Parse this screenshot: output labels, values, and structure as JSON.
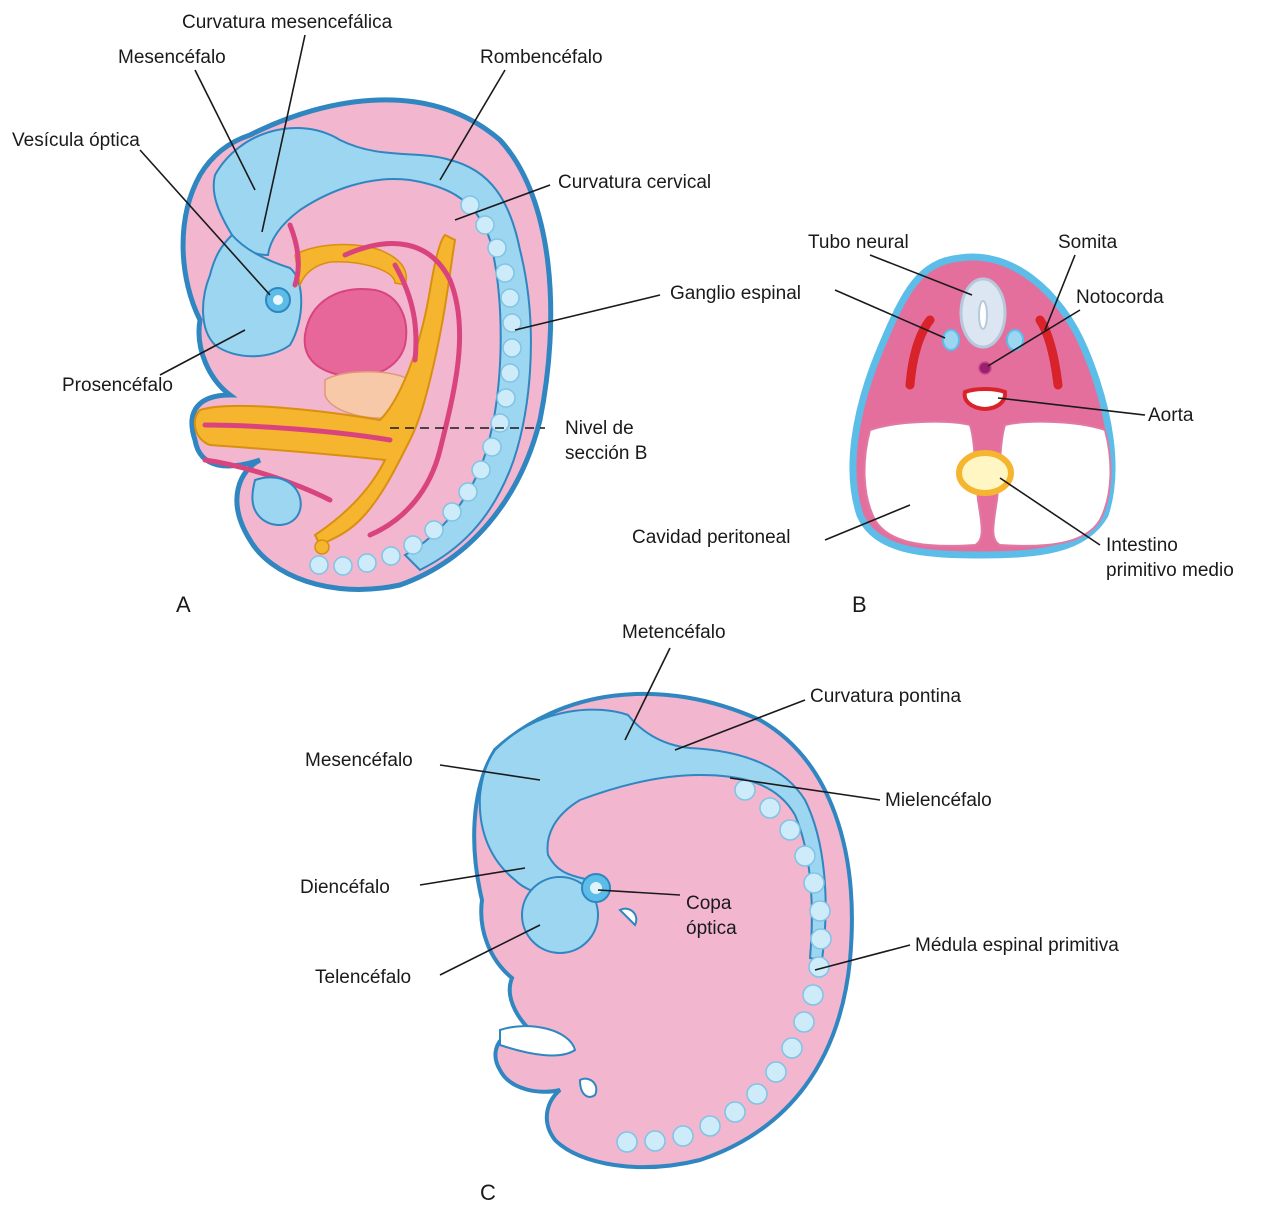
{
  "colors": {
    "pink": "#f2b6cf",
    "pink_dark": "#e07aa5",
    "blue_light": "#9dd6f0",
    "blue_mid": "#5bbde8",
    "blue_outline": "#2f86c0",
    "gut_yellow": "#f5b52e",
    "vessel": "#d9447e",
    "heart": "#e8679a",
    "aorta_red": "#d8232a"
  },
  "panels": {
    "a": "A",
    "b": "B",
    "c": "C"
  },
  "labels_a": {
    "curvatura_mesencefalica": "Curvatura mesencefálica",
    "mesencefalo": "Mesencéfalo",
    "rombencefalo": "Rombencéfalo",
    "vesicula_optica": "Vesícula óptica",
    "curvatura_cervical": "Curvatura cervical",
    "ganglio_espinal": "Ganglio espinal",
    "prosencefalo": "Prosencéfalo",
    "nivel_seccion_line1": "Nivel de",
    "nivel_seccion_line2": "sección B"
  },
  "labels_b": {
    "tubo_neural": "Tubo neural",
    "somita": "Somita",
    "notocorda": "Notocorda",
    "aorta": "Aorta",
    "cavidad_peritoneal": "Cavidad peritoneal",
    "intestino_line1": "Intestino",
    "intestino_line2": "primitivo medio"
  },
  "labels_c": {
    "metencefalo": "Metencéfalo",
    "curvatura_pontina": "Curvatura pontina",
    "mesencefalo": "Mesencéfalo",
    "mielencefalo": "Mielencéfalo",
    "diencefalo": "Diencéfalo",
    "copa_optica_line1": "Copa",
    "copa_optica_line2": "óptica",
    "medula_espinal": "Médula espinal primitiva",
    "telencefalo": "Telencéfalo"
  }
}
